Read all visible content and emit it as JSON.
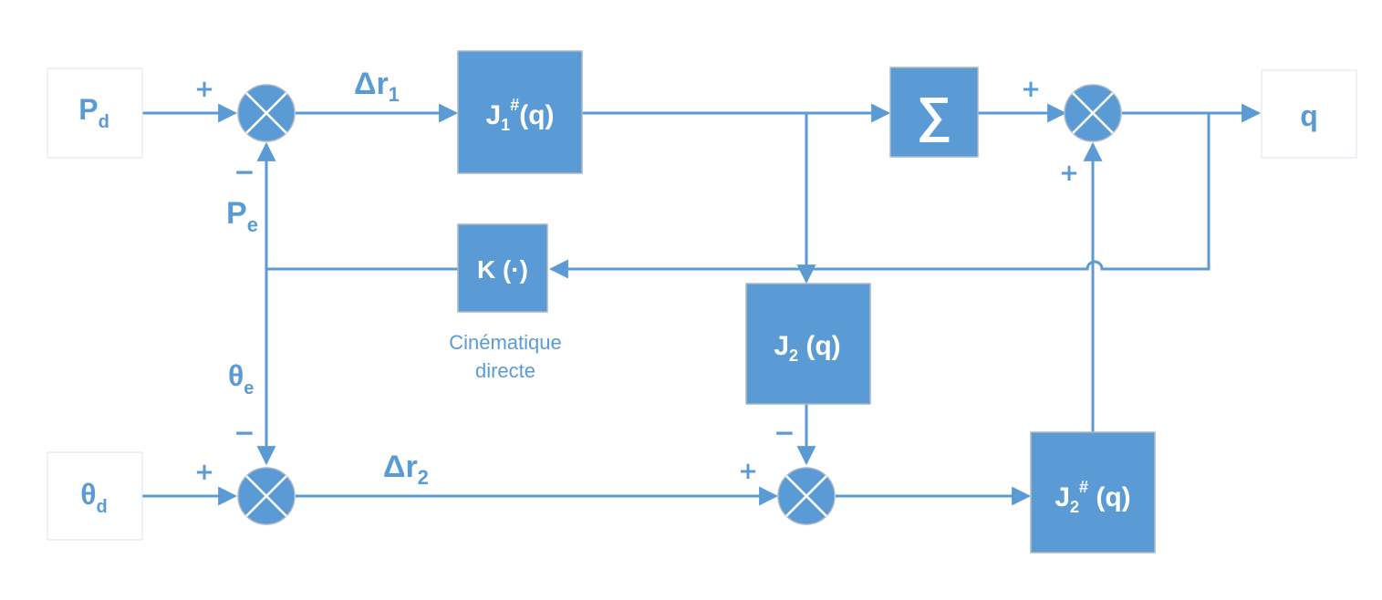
{
  "inputs": {
    "pd": {
      "main": "P",
      "sub": "d"
    },
    "thetad": {
      "main": "θ",
      "sub": "d"
    }
  },
  "output": {
    "label": "q"
  },
  "blocks": {
    "j1": {
      "main": "J",
      "sub": "1",
      "sup": "#",
      "rest": "(q)"
    },
    "sigma": {
      "label": "∑"
    },
    "k": {
      "label": "K (·)"
    },
    "k_caption": {
      "line1": "Cinématique",
      "line2": "directe"
    },
    "j2": {
      "main": "J",
      "sub": "2",
      "rest": " (q)"
    },
    "j2pinv": {
      "main": "J",
      "sub": "2",
      "sup": "#",
      "rest": " (q)"
    }
  },
  "signals": {
    "dr1": {
      "main": "Δr",
      "sub": "1"
    },
    "dr2": {
      "main": "Δr",
      "sub": "2"
    },
    "pe": {
      "main": "P",
      "sub": "e"
    },
    "thetae": {
      "main": "θ",
      "sub": "e"
    }
  },
  "signs": {
    "plus": "+",
    "minus": "−"
  },
  "colors": {
    "block_fill": "#5b9bd5",
    "wire": "#5b9bd5",
    "block_text": "#ffffff"
  }
}
